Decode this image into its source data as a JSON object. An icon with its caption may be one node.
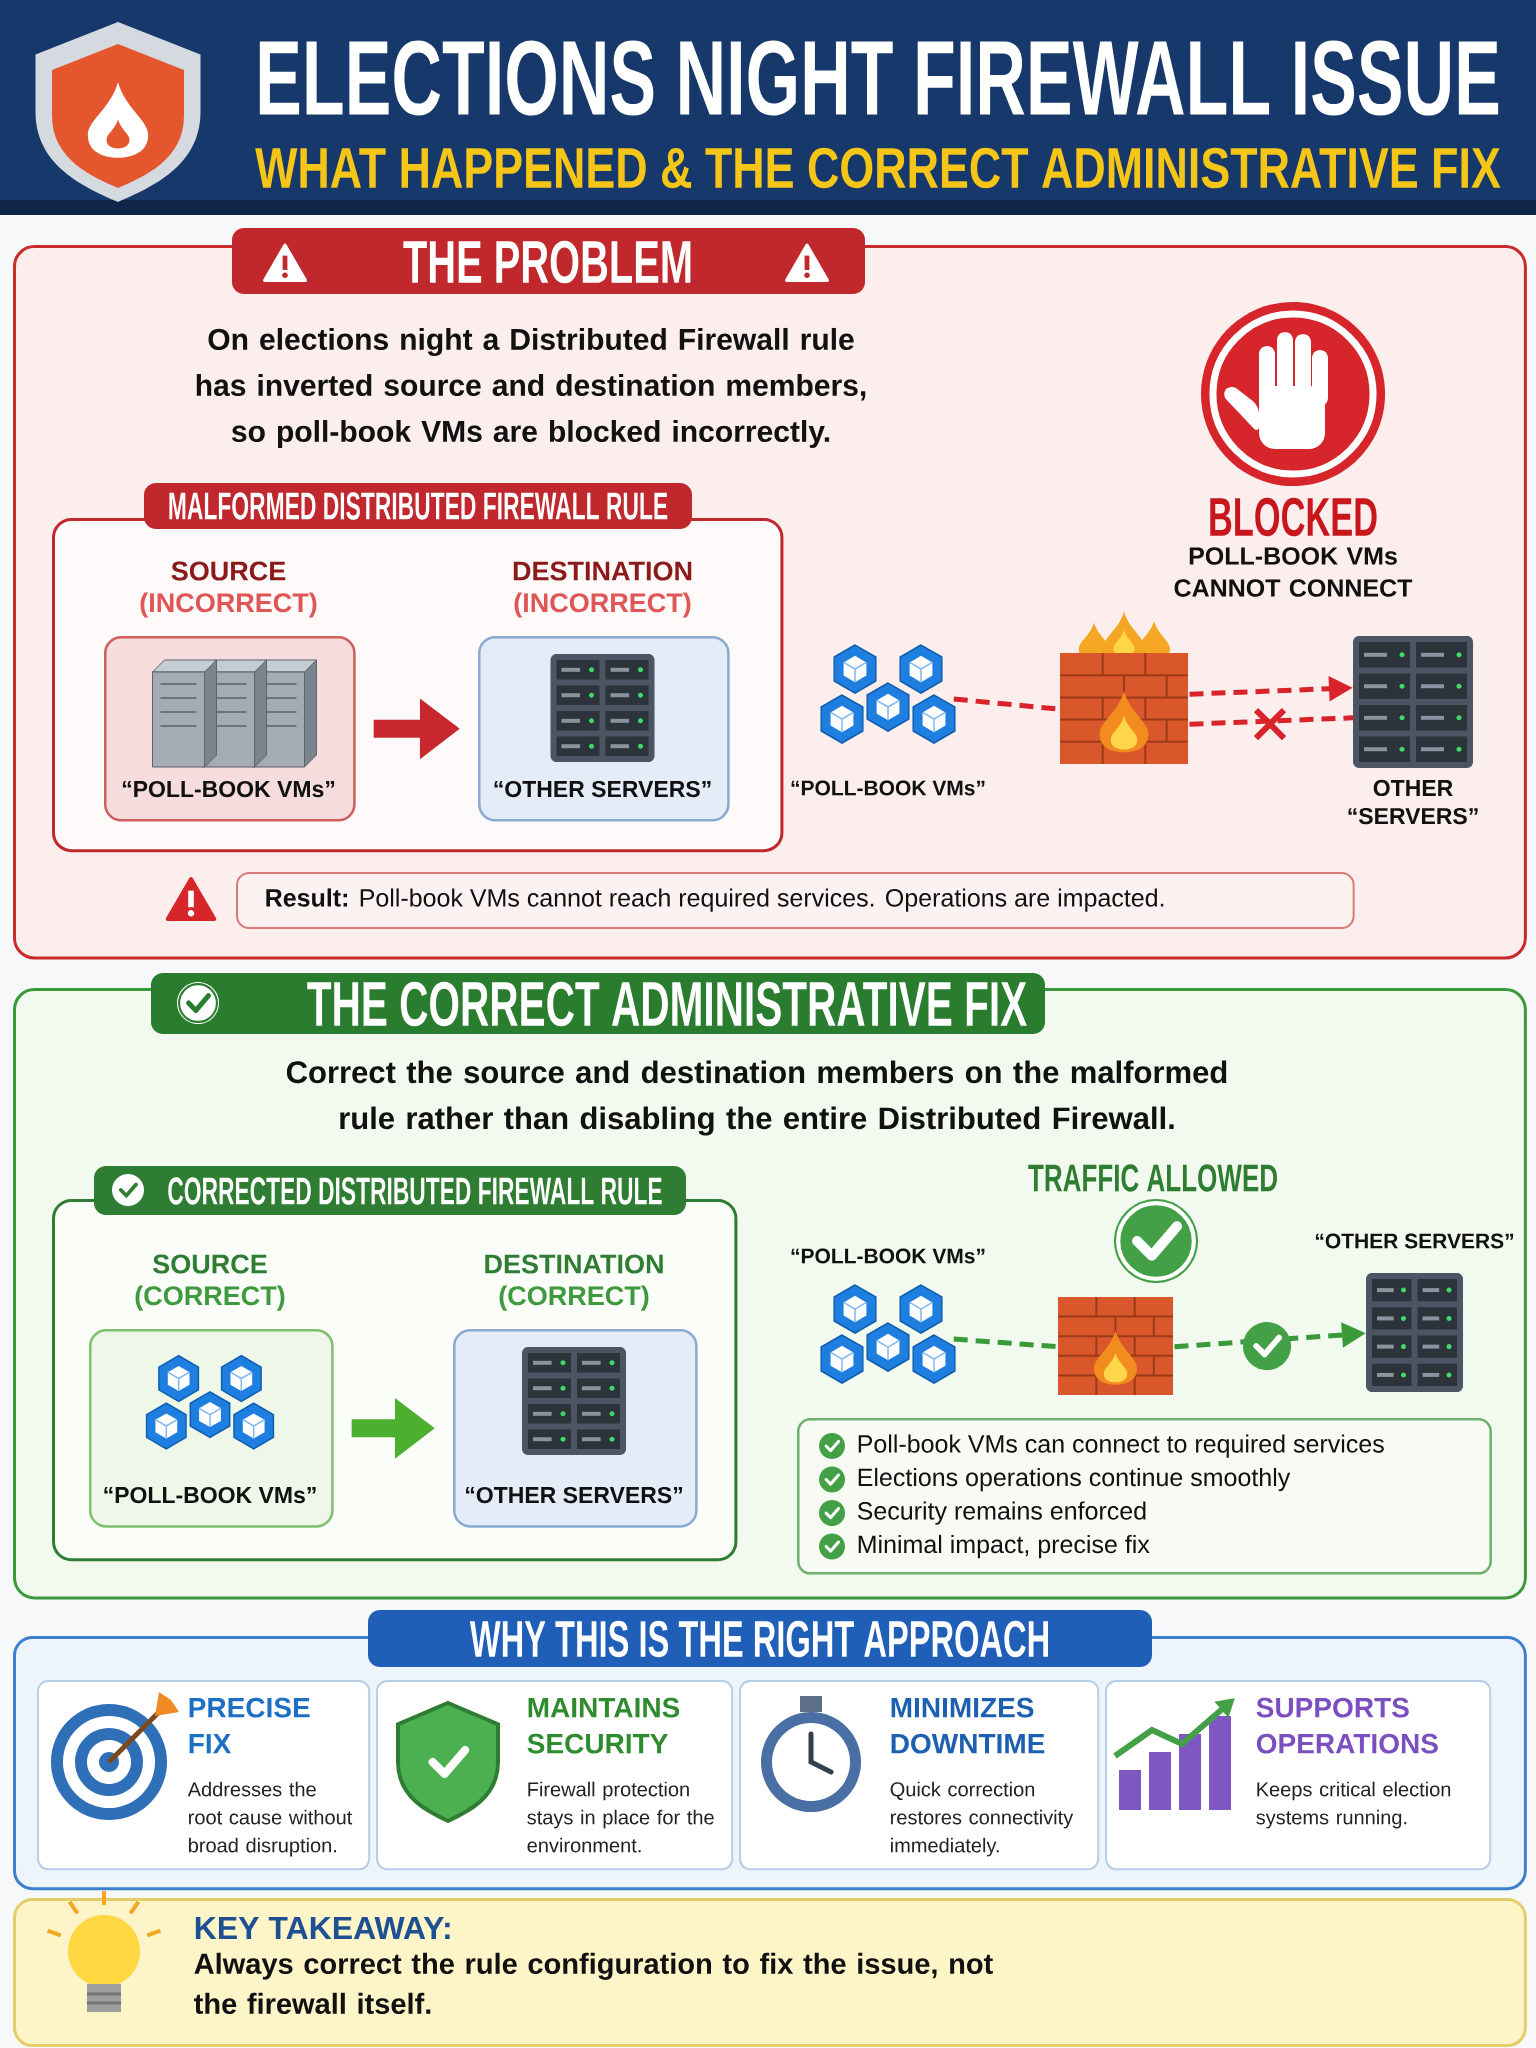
{
  "diagram": {
    "title": "ELECTIONS NIGHT FIREWALL ISSUE",
    "nodes": [
      {
        "text": [
          "THE PROBLEM",
          "On elections night a Distributed Firewall rule has inverted source and destination members, so poll-book VMs are blocked incorrectly."
        ]
      },
      {
        "text": [
          "MALFORMED DISTRIBUTED FIREWALL RULE"
        ],
        "in": 0
      },
      {
        "text": [
          "SOURCE",
          "(INCORRECT)",
          "“POLL-BOOK VMs”"
        ],
        "in": 1
      },
      {
        "text": [
          "DESTINATION",
          "(INCORRECT)",
          "“OTHER SERVERS”"
        ],
        "in": 1
      },
      {
        "text": [],
        "shape": "picture",
        "beside": [
          "“POLL-BOOK VMs”"
        ],
        "in": 0
      },
      {
        "text": [],
        "shape": "picture",
        "in": 0
      },
      {
        "text": [],
        "shape": "picture",
        "beside": [
          "OTHER “SERVERS”"
        ],
        "in": 0
      },
      {
        "text": [
          "**Result:** Poll-book VMs cannot reach required services. Operations are impacted."
        ],
        "in": 0
      },
      {
        "text": [
          "THE CORRECT ADMINISTRATIVE FIX",
          "Correct the source and destination members on the malformed rule rather than disabling the entire Distributed Firewall."
        ]
      },
      {
        "text": [
          "CORRECTED DISTRIBUTED FIREWALL RULE"
        ],
        "in": 8
      },
      {
        "text": [
          "SOURCE",
          "(CORRECT)",
          "“POLL-BOOK VMs”"
        ],
        "in": 9
      },
      {
        "text": [
          "DESTINATION",
          "(CORRECT)",
          "“OTHER SERVERS”"
        ],
        "in": 9
      },
      {
        "text": [],
        "shape": "picture",
        "beside": [
          "“POLL-BOOK VMs”"
        ],
        "in": 8
      },
      {
        "text": [],
        "shape": "picture",
        "in": 8
      },
      {
        "text": [],
        "shape": "picture",
        "beside": [
          "“OTHER SERVERS”"
        ],
        "in": 8
      },
      {
        "text": [
          "Poll-book VMs can connect to required services",
          "Elections operations continue smoothly",
          "Security remains enforced",
          "Minimal impact, precise fix"
        ],
        "in": 8
      },
      {
        "text": [
          "WHY THIS IS THE RIGHT APPROACH"
        ]
      },
      {
        "text": [
          "PRECISE FIX",
          "Addresses the root cause without broad disruption."
        ],
        "in": 16
      },
      {
        "text": [
          "MAINTAINS SECURITY",
          "Firewall protection stays in place for the environment."
        ],
        "in": 16
      },
      {
        "text": [
          "MINIMIZES DOWNTIME",
          "Quick correction restores connectivity immediately."
        ],
        "in": 16
      },
      {
        "text": [
          "SUPPORTS OPERATIONS",
          "Keeps critical election systems running."
        ],
        "in": 16
      },
      {
        "text": [
          "KEY TAKEAWAY:",
          "Always correct the rule configuration to fix the issue, not the firewall itself."
        ]
      }
    ],
    "edges": [
      {
        "from": 2,
        "to": 3,
        "arrow": "to",
        "style": "thick",
        "color": "#c8282d"
      },
      {
        "from": 4,
        "to": 5,
        "arrow": "none",
        "style": "dashed",
        "color": "#d8232a"
      },
      {
        "from": 5,
        "to": 6,
        "arrow": "to",
        "style": "dashed",
        "color": "#d8232a"
      },
      {
        "from": 5,
        "to": 6,
        "arrow": "none",
        "style": "dashed",
        "color": "#d8232a"
      },
      {
        "from": 10,
        "to": 11,
        "arrow": "to",
        "style": "thick",
        "color": "#4caf2e"
      },
      {
        "from": 12,
        "to": 13,
        "arrow": "none",
        "style": "dashed",
        "color": "#3a9a3a"
      },
      {
        "from": 13,
        "to": 14,
        "arrow": "to",
        "style": "dashed",
        "color": "#3a9a3a"
      }
    ],
    "labels": [
      "WHAT HAPPENED & THE CORRECT ADMINISTRATIVE FIX",
      "BLOCKED",
      "POLL-BOOK VMs CANNOT CONNECT",
      "TRAFFIC ALLOWED"
    ]
  }
}
